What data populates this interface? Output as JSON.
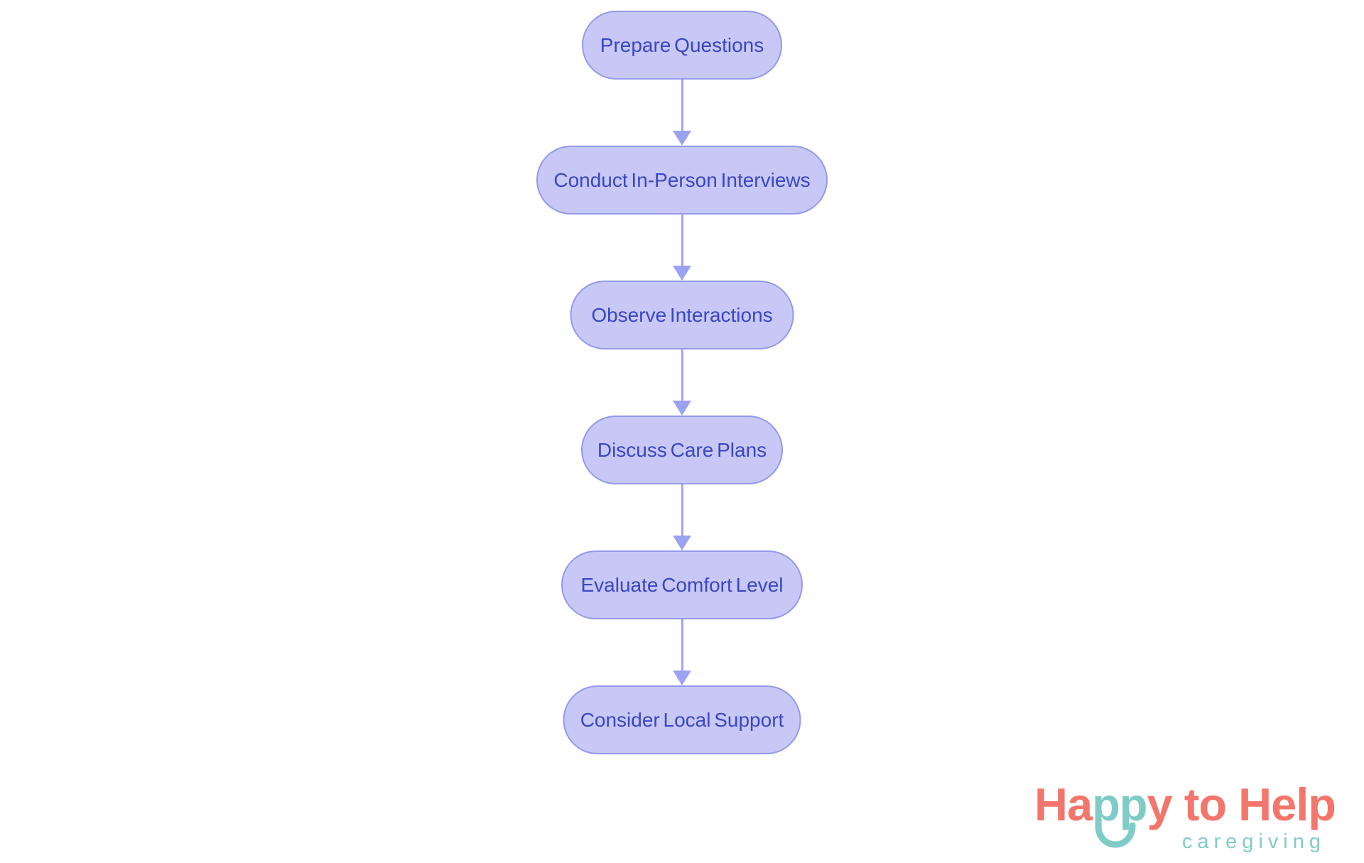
{
  "flowchart": {
    "nodes": [
      {
        "label": "Prepare Questions"
      },
      {
        "label": "Conduct In-Person Interviews"
      },
      {
        "label": "Observe Interactions"
      },
      {
        "label": "Discuss Care Plans"
      },
      {
        "label": "Evaluate Comfort Level"
      },
      {
        "label": "Consider Local Support"
      }
    ],
    "style": {
      "node_fill": "#c7c8f5",
      "node_border": "#9499eb",
      "node_text_color": "#3b46c3",
      "arrow_color": "#a0a5f0"
    }
  },
  "logo": {
    "brand": {
      "part1": "Ha",
      "part2": "pp",
      "part3": "y to Help"
    },
    "tagline": "caregiving",
    "colors": {
      "coral": "#f3766c",
      "teal": "#7fccc7"
    }
  }
}
